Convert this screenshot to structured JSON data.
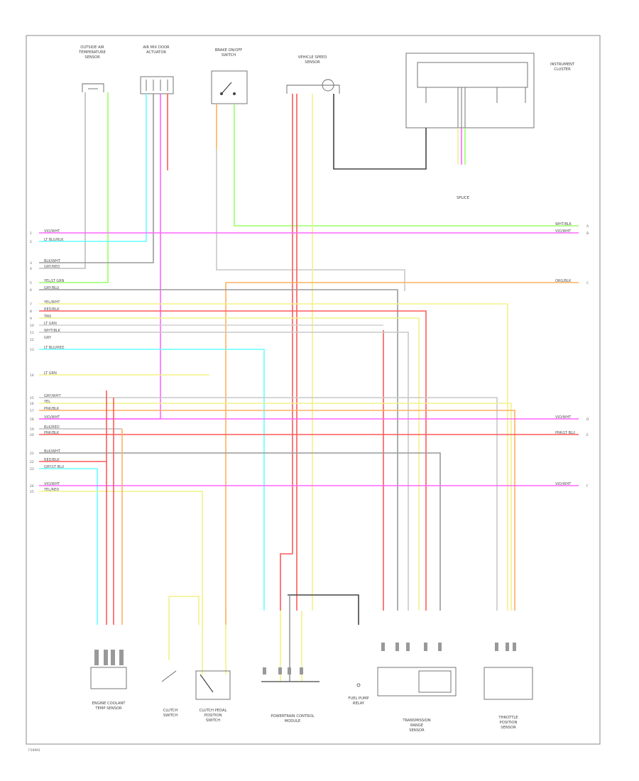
{
  "figure_id": "F59991",
  "components": [
    {
      "id": "c1",
      "label": [
        "OUTSIDE AIR",
        "TEMPERATURE",
        "SENSOR"
      ]
    },
    {
      "id": "c2",
      "label": [
        "AIR MIX DOOR",
        "ACTUATOR"
      ]
    },
    {
      "id": "c3",
      "label": [
        "BRAKE ON/OFF",
        "SWITCH"
      ]
    },
    {
      "id": "c4",
      "label": [
        "VEHICLE SPEED",
        "SENSOR"
      ]
    },
    {
      "id": "c5",
      "label": [
        "INSTRUMENT",
        "CLUSTER"
      ]
    },
    {
      "id": "c6",
      "label": [
        "SPLICE"
      ]
    },
    {
      "id": "c7",
      "label": [
        "ENGINE COOLANT",
        "TEMP SENSOR"
      ]
    },
    {
      "id": "c8",
      "label": [
        "CLUTCH",
        "SWITCH"
      ]
    },
    {
      "id": "c9",
      "label": [
        "CLUTCH PEDAL",
        "POSITION",
        "SWITCH"
      ]
    },
    {
      "id": "c10",
      "label": [
        "POWERTRAIN CONTROL",
        "MODULE"
      ]
    },
    {
      "id": "c11",
      "label": [
        "FUEL PUMP",
        "RELAY"
      ]
    },
    {
      "id": "c12",
      "label": [
        "TRANSMISSION",
        "RANGE",
        "SENSOR"
      ]
    },
    {
      "id": "c13",
      "label": [
        "THROTTLE",
        "POSITION",
        "SENSOR"
      ]
    }
  ],
  "left_connector_wires": [
    {
      "pin": "1",
      "label": "VIO/WHT"
    },
    {
      "pin": "2",
      "label": "LT BLU/BLK"
    },
    {
      "pin": "3",
      "label": "BLK/WHT"
    },
    {
      "pin": "4",
      "label": "GRY/RED"
    },
    {
      "pin": "5",
      "label": "YEL/LT GRN"
    },
    {
      "pin": "6",
      "label": "GRY/BLU"
    },
    {
      "pin": "7",
      "label": "YEL/WHT"
    },
    {
      "pin": "8",
      "label": "RED/BLK"
    },
    {
      "pin": "9",
      "label": "TAN"
    },
    {
      "pin": "10",
      "label": "LT GRN"
    },
    {
      "pin": "11",
      "label": "WHT/BLK"
    },
    {
      "pin": "12",
      "label": "GRY"
    },
    {
      "pin": "13",
      "label": "LT BLU/RED"
    },
    {
      "pin": "14",
      "label": "LT GRN"
    },
    {
      "pin": "15",
      "label": "GRY/WHT"
    },
    {
      "pin": "16",
      "label": "YEL"
    },
    {
      "pin": "17",
      "label": "PNK/BLK"
    },
    {
      "pin": "18",
      "label": "VIO/WHT"
    },
    {
      "pin": "19",
      "label": "BLK/RED"
    },
    {
      "pin": "20",
      "label": "PNK/BLK"
    },
    {
      "pin": "21",
      "label": "BLK/WHT"
    },
    {
      "pin": "22",
      "label": "RED/BLK"
    },
    {
      "pin": "23",
      "label": "GRY/LT BLU"
    },
    {
      "pin": "24",
      "label": "VIO/WHT"
    },
    {
      "pin": "25",
      "label": "YEL/RED"
    }
  ],
  "right_connector_wires": [
    {
      "pin": "A",
      "label": "WHT/BLK"
    },
    {
      "pin": "B",
      "label": "VIO/WHT"
    },
    {
      "pin": "C",
      "label": "ORG/BLK"
    },
    {
      "pin": "D",
      "label": "VIO/WHT"
    },
    {
      "pin": "E",
      "label": "PNK/LT BLU"
    },
    {
      "pin": "F",
      "label": "VIO/WHT"
    }
  ],
  "colors": {
    "magenta": "#ff66ff",
    "yellow": "#f2f28a",
    "red": "#ff5a5a",
    "orange": "#ffb060",
    "cyan": "#66ffff",
    "green": "#99ff66",
    "gray": "#9a9a9a",
    "dark": "#444444"
  }
}
